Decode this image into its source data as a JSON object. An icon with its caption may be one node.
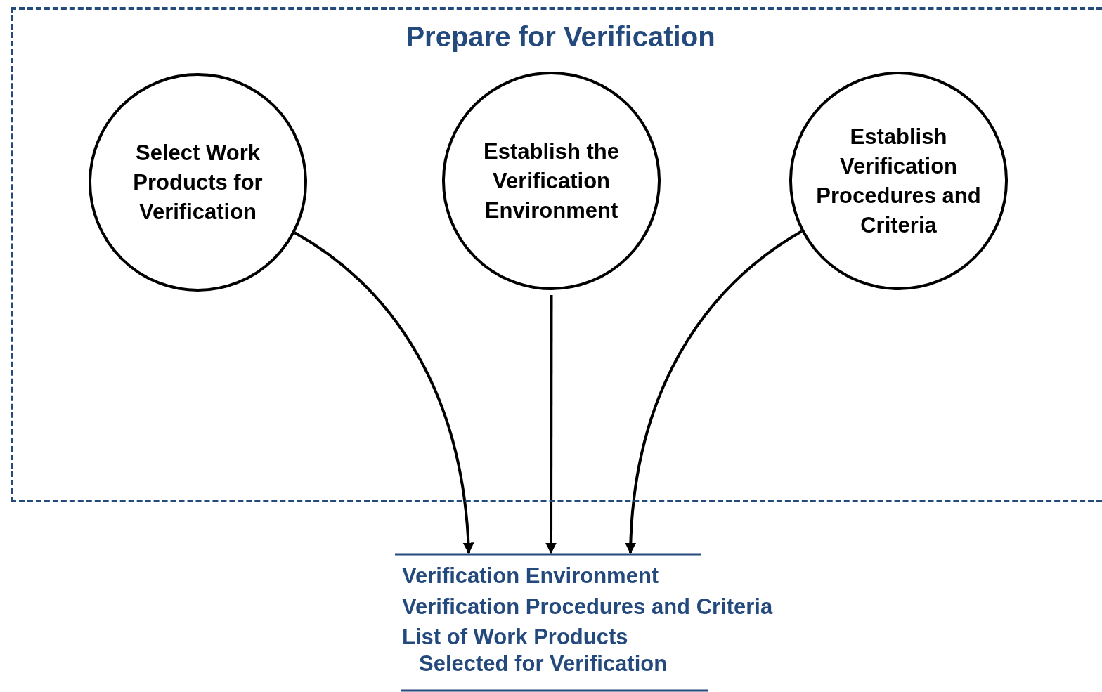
{
  "diagram": {
    "nodes": [
      {
        "text": [
          "Prepare for Verification"
        ]
      },
      {
        "text": [
          "Select Work Products for Verification"
        ],
        "in": 0
      },
      {
        "text": [
          "Establish the Verification Environment"
        ],
        "in": 0
      },
      {
        "text": [
          "Establish Verification Procedures and Criteria"
        ],
        "in": 0
      },
      {
        "text": [
          "Verification Environment",
          "Verification Procedures and Criteria",
          "List of Work Products Selected for Verification"
        ]
      }
    ],
    "edges": [
      {
        "from": 1,
        "to": 4,
        "arrow": "to"
      },
      {
        "from": 2,
        "to": 4,
        "arrow": "to"
      },
      {
        "from": 3,
        "to": 4,
        "arrow": "to"
      }
    ]
  }
}
